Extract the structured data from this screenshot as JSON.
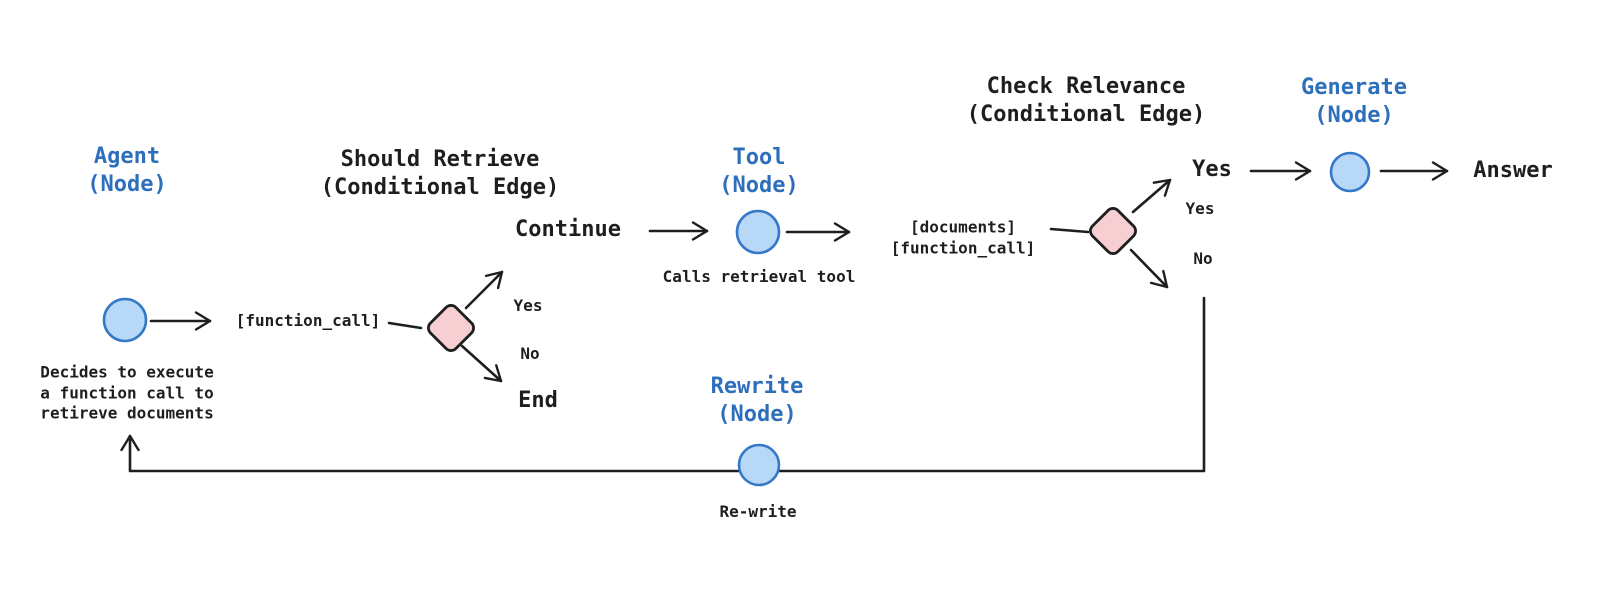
{
  "colors": {
    "ink": "#1e1e1e",
    "blue_label": "#2e6fbc",
    "node_fill": "#b7d8f7",
    "node_stroke": "#3578c8",
    "diamond_fill": "#f7cfd2",
    "diamond_stroke": "#1e1e1e",
    "background": "#ffffff"
  },
  "labels": {
    "agent_title": "Agent\n(Node)",
    "agent_caption": "Decides to execute\na function call to\nretireve documents",
    "should_retrieve_title": "Should Retrieve\n(Conditional Edge)",
    "function_call": "[function_call]",
    "yes_1": "Yes",
    "no_1": "No",
    "end": "End",
    "continue": "Continue",
    "tool_title": "Tool\n(Node)",
    "tool_caption": "Calls retrieval tool",
    "documents": "[documents]\n[function_call]",
    "check_relevance_title": "Check Relevance\n(Conditional Edge)",
    "yes_big": "Yes",
    "yes_2": "Yes",
    "no_2": "No",
    "generate_title": "Generate\n(Node)",
    "answer": "Answer",
    "rewrite_title": "Rewrite\n(Node)",
    "rewrite_caption": "Re-write"
  }
}
